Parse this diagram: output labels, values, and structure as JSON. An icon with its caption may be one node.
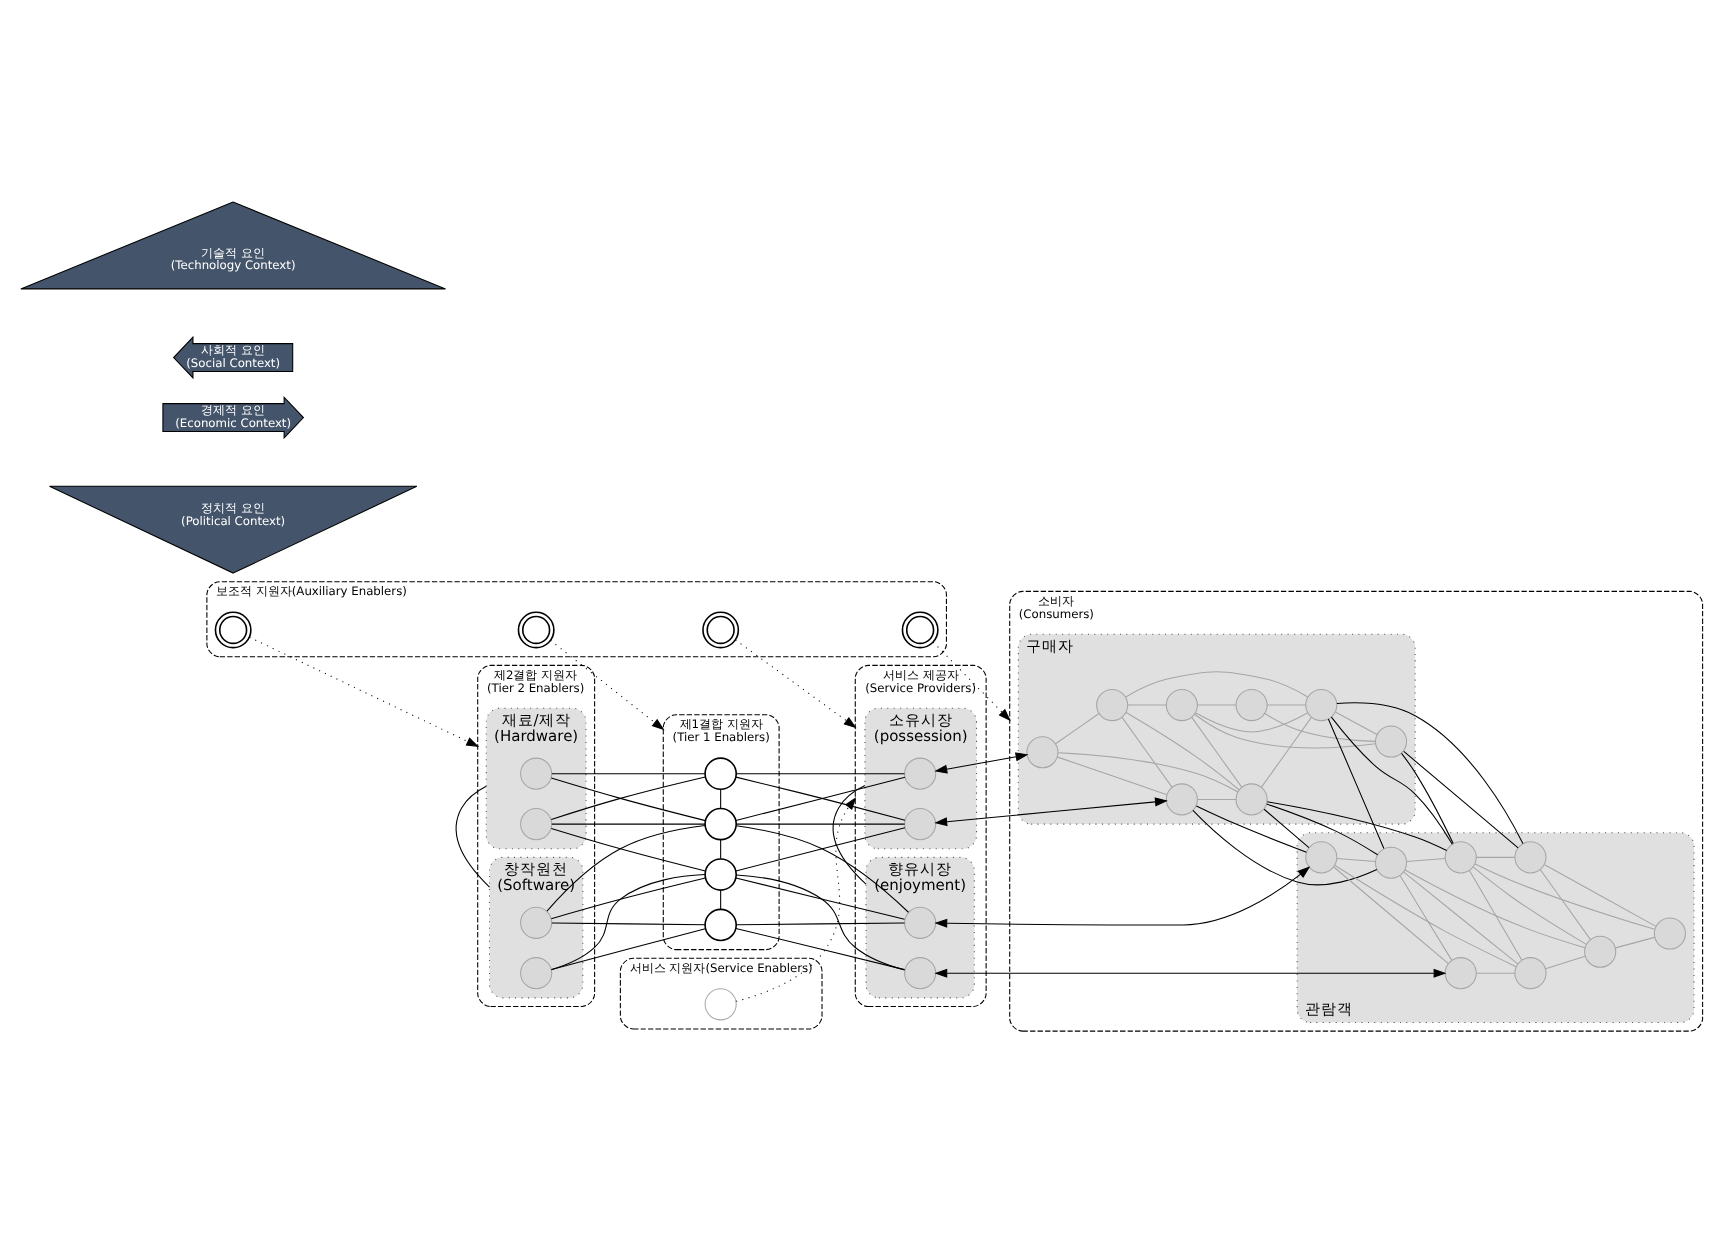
{
  "diagram": {
    "nodes": [
      {
        "text": [
          "보조적 지원자(Auxiliary Enablers)"
        ]
      },
      {
        "text": [],
        "shape": "circle",
        "in": 0
      },
      {
        "text": [],
        "shape": "circle",
        "in": 0
      },
      {
        "text": [],
        "shape": "circle",
        "in": 0
      },
      {
        "text": [],
        "shape": "circle",
        "in": 0
      },
      {
        "text": [
          "제2결합 지원자",
          "(Tier 2 Enablers)"
        ]
      },
      {
        "text": [
          "재료/제작",
          "(Hardware)"
        ],
        "in": 5
      },
      {
        "text": [],
        "shape": "circle",
        "in": 6
      },
      {
        "text": [],
        "shape": "circle",
        "in": 6
      },
      {
        "text": [
          "창작원천",
          "(Software)"
        ],
        "in": 5
      },
      {
        "text": [],
        "shape": "circle",
        "in": 9
      },
      {
        "text": [],
        "shape": "circle",
        "in": 9
      },
      {
        "text": [
          "제1결합 지원자",
          "(Tier 1 Enablers)"
        ]
      },
      {
        "text": [],
        "shape": "circle",
        "in": 12
      },
      {
        "text": [],
        "shape": "circle",
        "in": 12
      },
      {
        "text": [],
        "shape": "circle",
        "in": 12
      },
      {
        "text": [],
        "shape": "circle",
        "in": 12
      },
      {
        "text": [
          "서비스 제공자",
          "(Service Providers)"
        ]
      },
      {
        "text": [
          "소유시장",
          "(possession)"
        ],
        "in": 17
      },
      {
        "text": [],
        "shape": "circle",
        "in": 18
      },
      {
        "text": [],
        "shape": "circle",
        "in": 18
      },
      {
        "text": [
          "향유시장",
          "(enjoyment)"
        ],
        "in": 17
      },
      {
        "text": [],
        "shape": "circle",
        "in": 21
      },
      {
        "text": [],
        "shape": "circle",
        "in": 21
      },
      {
        "text": [
          "소비자",
          "(Consumers)"
        ]
      },
      {
        "text": [
          "구매자"
        ],
        "in": 24
      },
      {
        "text": [],
        "shape": "circle",
        "in": 25
      },
      {
        "text": [],
        "shape": "circle",
        "in": 25
      },
      {
        "text": [],
        "shape": "circle",
        "in": 25
      },
      {
        "text": [],
        "shape": "circle",
        "in": 25
      },
      {
        "text": [],
        "shape": "circle",
        "in": 25
      },
      {
        "text": [],
        "shape": "circle",
        "in": 25
      },
      {
        "text": [],
        "shape": "circle",
        "in": 25
      },
      {
        "text": [],
        "shape": "circle",
        "in": 25
      },
      {
        "text": [
          "관람객"
        ],
        "in": 24
      },
      {
        "text": [],
        "shape": "circle",
        "in": 34
      },
      {
        "text": [],
        "shape": "circle",
        "in": 34
      },
      {
        "text": [],
        "shape": "circle",
        "in": 34
      },
      {
        "text": [],
        "shape": "circle",
        "in": 34
      },
      {
        "text": [],
        "shape": "circle",
        "in": 34
      },
      {
        "text": [],
        "shape": "circle",
        "in": 34
      },
      {
        "text": [],
        "shape": "circle",
        "in": 34
      },
      {
        "text": [],
        "shape": "circle",
        "in": 34
      },
      {
        "text": [
          "서비스 지원자(Service Enablers)"
        ]
      },
      {
        "text": [],
        "shape": "circle",
        "in": 43
      },
      {
        "text": [
          "정치적 요인",
          "(Political Context)"
        ]
      },
      {
        "text": [
          "경제적 요인",
          "(Economic Context)"
        ]
      },
      {
        "text": [
          "사회적 요인",
          "(Social Context)"
        ]
      },
      {
        "text": [
          "기술적 요인",
          "(Technology Context)"
        ]
      }
    ],
    "edges": [
      {
        "from": 1,
        "to": 5,
        "arrow": "to",
        "style": "dashed"
      },
      {
        "from": 2,
        "to": 12,
        "arrow": "to",
        "style": "dashed"
      },
      {
        "from": 3,
        "to": 17,
        "arrow": "to",
        "style": "dashed"
      },
      {
        "from": 4,
        "to": 24,
        "arrow": "to",
        "style": "dashed"
      },
      {
        "from": 44,
        "to": 17,
        "arrow": "to",
        "style": "dashed"
      },
      {
        "from": 7,
        "to": 13,
        "arrow": "none"
      },
      {
        "from": 7,
        "to": 14,
        "arrow": "none"
      },
      {
        "from": 8,
        "to": 13,
        "arrow": "none"
      },
      {
        "from": 8,
        "to": 14,
        "arrow": "none"
      },
      {
        "from": 8,
        "to": 15,
        "arrow": "none"
      },
      {
        "from": 10,
        "to": 14,
        "arrow": "none"
      },
      {
        "from": 10,
        "to": 15,
        "arrow": "none"
      },
      {
        "from": 10,
        "to": 16,
        "arrow": "none"
      },
      {
        "from": 11,
        "to": 15,
        "arrow": "none"
      },
      {
        "from": 11,
        "to": 16,
        "arrow": "none"
      },
      {
        "from": 13,
        "to": 14,
        "arrow": "none"
      },
      {
        "from": 14,
        "to": 15,
        "arrow": "none"
      },
      {
        "from": 15,
        "to": 16,
        "arrow": "none"
      },
      {
        "from": 13,
        "to": 19,
        "arrow": "none"
      },
      {
        "from": 13,
        "to": 20,
        "arrow": "none"
      },
      {
        "from": 14,
        "to": 19,
        "arrow": "none"
      },
      {
        "from": 14,
        "to": 20,
        "arrow": "none"
      },
      {
        "from": 14,
        "to": 22,
        "arrow": "none"
      },
      {
        "from": 15,
        "to": 20,
        "arrow": "none"
      },
      {
        "from": 15,
        "to": 22,
        "arrow": "none"
      },
      {
        "from": 15,
        "to": 23,
        "arrow": "none"
      },
      {
        "from": 16,
        "to": 22,
        "arrow": "none"
      },
      {
        "from": 16,
        "to": 23,
        "arrow": "none"
      },
      {
        "from": 6,
        "to": 9,
        "arrow": "none"
      },
      {
        "from": 18,
        "to": 21,
        "arrow": "none"
      },
      {
        "from": 19,
        "to": 26,
        "arrow": "both"
      },
      {
        "from": 20,
        "to": 30,
        "arrow": "both"
      },
      {
        "from": 22,
        "to": 35,
        "arrow": "both"
      },
      {
        "from": 23,
        "to": 39,
        "arrow": "both"
      },
      {
        "from": 30,
        "to": 35,
        "arrow": "none"
      },
      {
        "from": 31,
        "to": 36,
        "arrow": "none"
      },
      {
        "from": 32,
        "to": 37,
        "arrow": "none"
      },
      {
        "from": 33,
        "to": 38,
        "arrow": "none"
      },
      {
        "from": 30,
        "to": 36,
        "arrow": "none"
      },
      {
        "from": 31,
        "to": 35,
        "arrow": "none"
      },
      {
        "from": 31,
        "to": 37,
        "arrow": "none"
      },
      {
        "from": 32,
        "to": 36,
        "arrow": "none"
      },
      {
        "from": 32,
        "to": 38,
        "arrow": "none"
      },
      {
        "from": 33,
        "to": 37,
        "arrow": "none"
      },
      {
        "from": 26,
        "to": 27,
        "arrow": "none",
        "color": "#a6a6a6"
      },
      {
        "from": 27,
        "to": 28,
        "arrow": "none",
        "color": "#a6a6a6"
      },
      {
        "from": 28,
        "to": 29,
        "arrow": "none",
        "color": "#a6a6a6"
      },
      {
        "from": 30,
        "to": 31,
        "arrow": "none",
        "color": "#a6a6a6"
      },
      {
        "from": 31,
        "to": 32,
        "arrow": "none",
        "color": "#a6a6a6"
      },
      {
        "from": 32,
        "to": 33,
        "arrow": "none",
        "color": "#a6a6a6"
      },
      {
        "from": 26,
        "to": 30,
        "arrow": "none",
        "color": "#a6a6a6"
      },
      {
        "from": 27,
        "to": 31,
        "arrow": "none",
        "color": "#a6a6a6"
      },
      {
        "from": 28,
        "to": 32,
        "arrow": "none",
        "color": "#a6a6a6"
      },
      {
        "from": 29,
        "to": 33,
        "arrow": "none",
        "color": "#a6a6a6"
      },
      {
        "from": 26,
        "to": 31,
        "arrow": "none",
        "color": "#a6a6a6"
      },
      {
        "from": 27,
        "to": 30,
        "arrow": "none",
        "color": "#a6a6a6"
      },
      {
        "from": 27,
        "to": 32,
        "arrow": "none",
        "color": "#a6a6a6"
      },
      {
        "from": 28,
        "to": 31,
        "arrow": "none",
        "color": "#a6a6a6"
      },
      {
        "from": 28,
        "to": 33,
        "arrow": "none",
        "color": "#a6a6a6"
      },
      {
        "from": 29,
        "to": 32,
        "arrow": "none",
        "color": "#a6a6a6"
      },
      {
        "from": 35,
        "to": 36,
        "arrow": "none",
        "color": "#a6a6a6"
      },
      {
        "from": 36,
        "to": 37,
        "arrow": "none",
        "color": "#a6a6a6"
      },
      {
        "from": 37,
        "to": 38,
        "arrow": "none",
        "color": "#a6a6a6"
      },
      {
        "from": 39,
        "to": 40,
        "arrow": "none",
        "color": "#a6a6a6"
      },
      {
        "from": 40,
        "to": 41,
        "arrow": "none",
        "color": "#a6a6a6"
      },
      {
        "from": 41,
        "to": 42,
        "arrow": "none",
        "color": "#a6a6a6"
      },
      {
        "from": 35,
        "to": 39,
        "arrow": "none",
        "color": "#a6a6a6"
      },
      {
        "from": 36,
        "to": 40,
        "arrow": "none",
        "color": "#a6a6a6"
      },
      {
        "from": 37,
        "to": 41,
        "arrow": "none",
        "color": "#a6a6a6"
      },
      {
        "from": 38,
        "to": 42,
        "arrow": "none",
        "color": "#a6a6a6"
      },
      {
        "from": 35,
        "to": 40,
        "arrow": "none",
        "color": "#a6a6a6"
      },
      {
        "from": 36,
        "to": 39,
        "arrow": "none",
        "color": "#a6a6a6"
      },
      {
        "from": 36,
        "to": 41,
        "arrow": "none",
        "color": "#a6a6a6"
      },
      {
        "from": 37,
        "to": 40,
        "arrow": "none",
        "color": "#a6a6a6"
      },
      {
        "from": 37,
        "to": 42,
        "arrow": "none",
        "color": "#a6a6a6"
      },
      {
        "from": 38,
        "to": 41,
        "arrow": "none",
        "color": "#a6a6a6"
      }
    ]
  }
}
